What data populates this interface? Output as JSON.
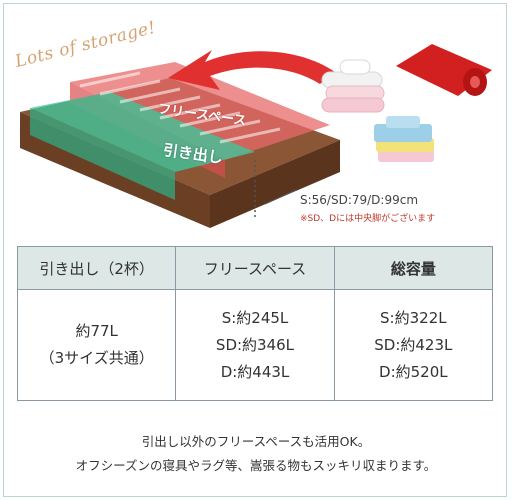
{
  "illustration": {
    "tagline": "Lots of storage!",
    "free_space_label": "フリースペース",
    "drawer_label": "引き出し",
    "dimensions": "S:56/SD:79/D:99cm",
    "note": "※SD、Dには中央脚がございます"
  },
  "colors": {
    "frame": "#b9d6cf",
    "header_bg": "#dde7e5",
    "arrow_red": "#e03030",
    "drawer_green": "#3fc79b",
    "free_red": "#e86a6a",
    "wood": "#7a4a2c"
  },
  "table": {
    "headers": [
      "引き出し（2杯）",
      "フリースペース",
      "総容量"
    ],
    "drawer": [
      "約77L",
      "（3サイズ共通）"
    ],
    "free_space": [
      "S:約245L",
      "SD:約346L",
      "D:約443L"
    ],
    "total": [
      "S:約322L",
      "SD:約423L",
      "D:約520L"
    ]
  },
  "caption": {
    "line1": "引出し以外のフリースペースも活用OK。",
    "line2": "オフシーズンの寝具やラグ等、嵩張る物もスッキリ収まります。"
  }
}
